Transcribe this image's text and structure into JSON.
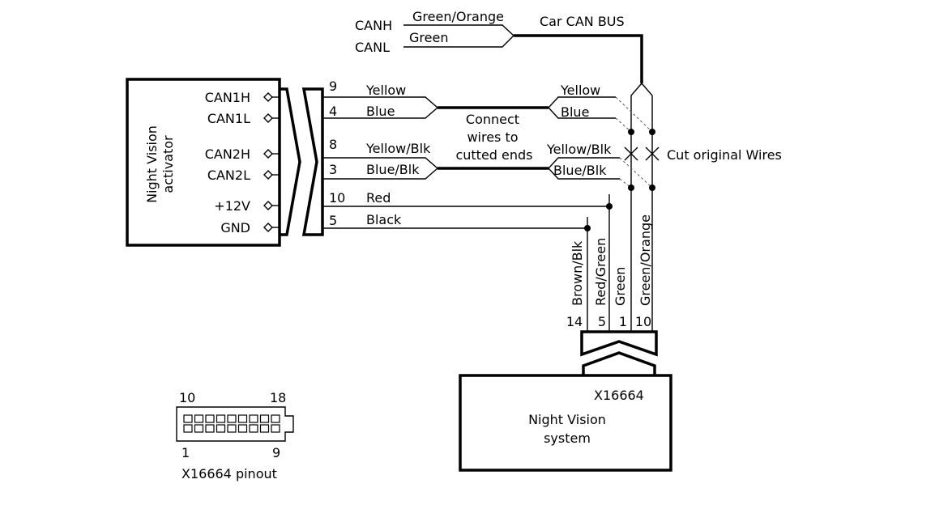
{
  "bus": {
    "canh": "CANH",
    "canl": "CANL",
    "canh_color": "Green/Orange",
    "canl_color": "Green",
    "title": "Car CAN BUS"
  },
  "activator": {
    "title_line1": "Night Vision",
    "title_line2": "activator",
    "pins": [
      "CAN1H",
      "CAN1L",
      "CAN2H",
      "CAN2L",
      "+12V",
      "GND"
    ]
  },
  "activator_wires": [
    {
      "num": "9",
      "color": "Yellow"
    },
    {
      "num": "4",
      "color": "Blue"
    },
    {
      "num": "8",
      "color": "Yellow/Blk"
    },
    {
      "num": "3",
      "color": "Blue/Blk"
    },
    {
      "num": "10",
      "color": "Red"
    },
    {
      "num": "5",
      "color": "Black"
    }
  ],
  "car_side": {
    "yellow": "Yellow",
    "blue": "Blue",
    "yellow_blk": "Yellow/Blk",
    "blue_blk": "Blue/Blk"
  },
  "connect_note": [
    "Connect",
    "wires to",
    "cutted ends"
  ],
  "cut_note": "Cut original Wires",
  "system_wires": [
    {
      "color": "Brown/Blk",
      "pin": "14"
    },
    {
      "color": "Red/Green",
      "pin": "5"
    },
    {
      "color": "Green",
      "pin": "1"
    },
    {
      "color": "Green/Orange",
      "pin": "10"
    }
  ],
  "system": {
    "connector": "X16664",
    "title_line1": "Night Vision",
    "title_line2": "system"
  },
  "pinout": {
    "top_left": "10",
    "top_right": "18",
    "bottom_left": "1",
    "bottom_right": "9",
    "caption": "X16664 pinout"
  }
}
